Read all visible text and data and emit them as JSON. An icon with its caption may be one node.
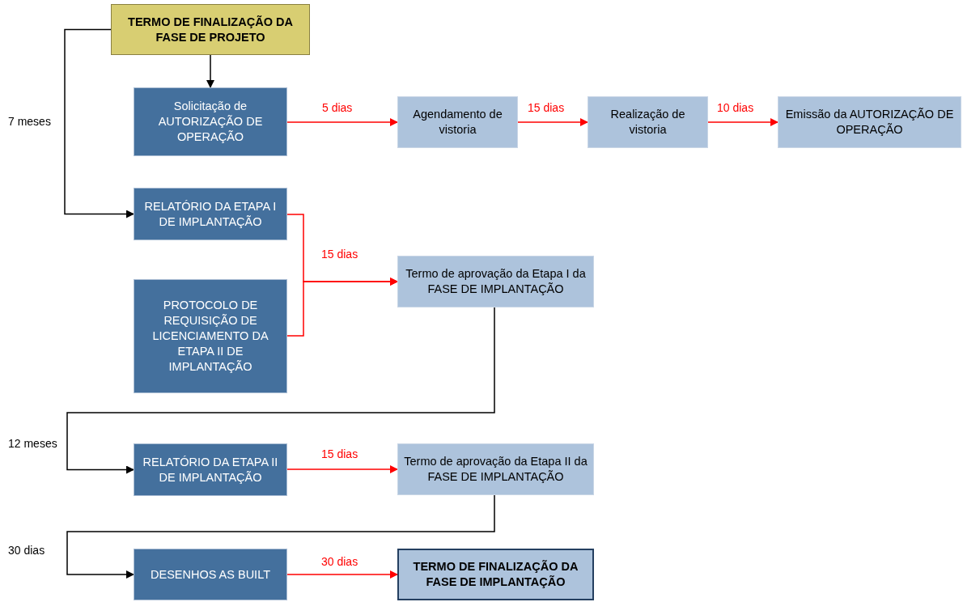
{
  "diagram": {
    "nodes": [
      {
        "text": [
          "TERMO DE FINALIZAÇÃO DA FASE DE PROJETO"
        ]
      },
      {
        "text": [
          "Solicitação de AUTORIZAÇÃO DE OPERAÇÃO"
        ]
      },
      {
        "text": [
          "Agendamento de vistoria"
        ]
      },
      {
        "text": [
          "Realização de vistoria"
        ]
      },
      {
        "text": [
          "Emissão da AUTORIZAÇÃO DE OPERAÇÃO"
        ]
      },
      {
        "text": [
          "RELATÓRIO DA ETAPA I DE IMPLANTAÇÃO"
        ]
      },
      {
        "text": [
          "PROTOCOLO DE REQUISIÇÃO DE LICENCIAMENTO DA ETAPA II DE IMPLANTAÇÃO"
        ]
      },
      {
        "text": [
          "Termo de aprovação da Etapa I da FASE DE IMPLANTAÇÃO"
        ]
      },
      {
        "text": [
          "RELATÓRIO DA ETAPA II DE IMPLANTAÇÃO"
        ]
      },
      {
        "text": [
          "Termo de aprovação da Etapa II da FASE DE IMPLANTAÇÃO"
        ]
      },
      {
        "text": [
          "DESENHOS AS BUILT"
        ]
      },
      {
        "text": [
          "TERMO DE FINALIZAÇÃO DA FASE DE IMPLANTAÇÃO"
        ]
      }
    ],
    "edges": [
      {
        "from": 0,
        "to": 1,
        "arrow": "to",
        "color": "#000000"
      },
      {
        "from": 0,
        "to": 5,
        "arrow": "to",
        "color": "#000000",
        "label": "7 meses"
      },
      {
        "from": 1,
        "to": 2,
        "arrow": "to",
        "label": "5 dias"
      },
      {
        "from": 2,
        "to": 3,
        "arrow": "to",
        "label": "15 dias"
      },
      {
        "from": 3,
        "to": 4,
        "arrow": "to",
        "label": "10 dias"
      },
      {
        "from": 5,
        "to": 7,
        "arrow": "to",
        "label": "15 dias"
      },
      {
        "from": 6,
        "to": 7,
        "arrow": "to"
      },
      {
        "from": 7,
        "to": 8,
        "arrow": "to",
        "color": "#000000",
        "label": "12 meses"
      },
      {
        "from": 8,
        "to": 9,
        "arrow": "to",
        "label": "15 dias"
      },
      {
        "from": 9,
        "to": 10,
        "arrow": "to",
        "color": "#000000",
        "label": "30 dias"
      },
      {
        "from": 10,
        "to": 11,
        "arrow": "to",
        "label": "30 dias"
      }
    ]
  }
}
